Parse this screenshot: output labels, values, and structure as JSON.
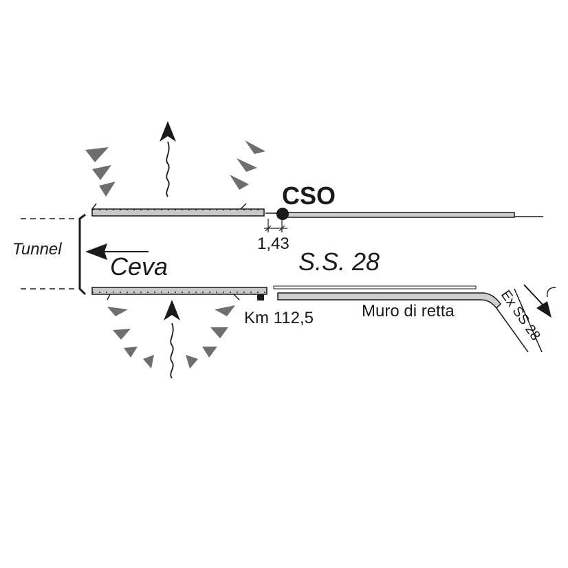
{
  "labels": {
    "cso": "CSO",
    "measure": "1,43",
    "tunnel": "Tunnel",
    "ceva": "Ceva",
    "road": "S.S. 28",
    "km": "Km 112,5",
    "wall": "Muro di retta",
    "ex_road": "Ex SS 28"
  },
  "colors": {
    "line": "#1a1a1a",
    "wall_fill": "#cfcfcf",
    "chevron": "#6e6e6e"
  },
  "icons": {
    "arrows": [
      "up-wavy-arrow",
      "left-arrow",
      "down-right-arrow"
    ],
    "markers": [
      "cso-point",
      "km-marker"
    ]
  }
}
